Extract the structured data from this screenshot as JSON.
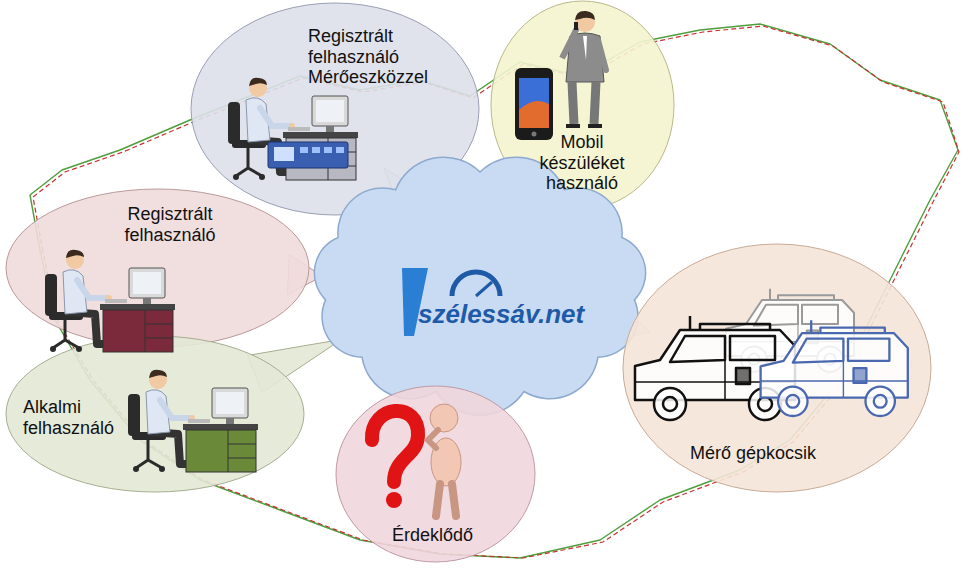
{
  "diagram": {
    "nodes": [
      {
        "text": [
          "Regisztrált felhasználó Mérőeszközzel"
        ]
      },
      {
        "text": [
          "Mobil készüléket használó"
        ]
      },
      {
        "text": [
          "Regisztrált felhasználó"
        ]
      },
      {
        "text": [
          "szélessáv.net"
        ]
      },
      {
        "text": [
          "Mérő gépkocsik"
        ]
      },
      {
        "text": [
          "Alkalmi felhasználó"
        ]
      },
      {
        "text": [
          "Érdeklődő"
        ]
      }
    ],
    "edges": [
      {
        "from": 0,
        "to": 3,
        "arrow": "none"
      },
      {
        "from": 1,
        "to": 3,
        "arrow": "none"
      },
      {
        "from": 2,
        "to": 3,
        "arrow": "none"
      },
      {
        "from": 4,
        "to": 3,
        "arrow": "none"
      },
      {
        "from": 5,
        "to": 3,
        "arrow": "none"
      },
      {
        "from": 6,
        "to": 3,
        "arrow": "none"
      }
    ]
  }
}
